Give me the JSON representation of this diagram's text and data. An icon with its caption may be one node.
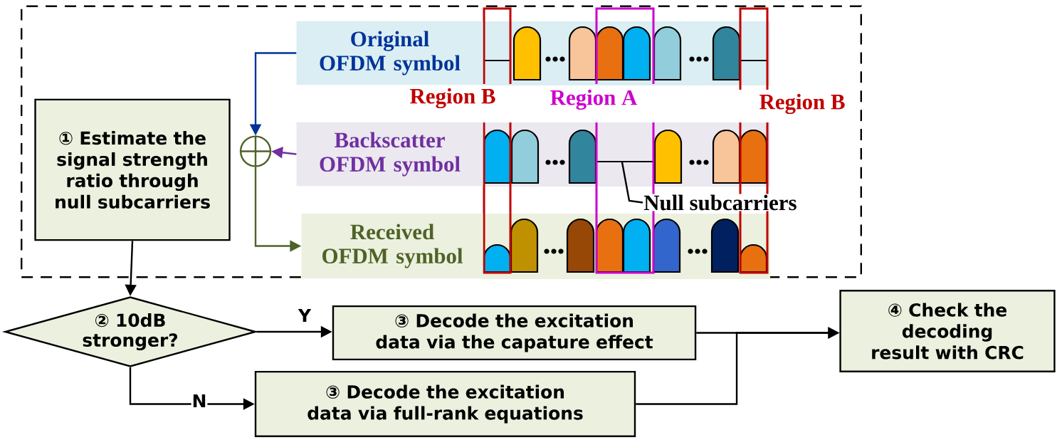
{
  "diagram": {
    "nodes": [
      {
        "text": [],
        "shape": "box"
      },
      {
        "text": [
          "Original OFDM symbol"
        ],
        "in": 0
      },
      {
        "text": [
          "① Estimate the signal strength ratio through null subcarriers"
        ],
        "in": 0
      },
      {
        "text": [
          "Backscatter OFDM symbol"
        ],
        "in": 0
      },
      {
        "text": [],
        "shape": "circle",
        "in": 0
      },
      {
        "text": [
          "Received OFDM symbol"
        ],
        "in": 0
      },
      {
        "text": [
          "② 10dB stronger?"
        ]
      },
      {
        "text": [
          "③ Decode the excitation data via the capature effect"
        ]
      },
      {
        "text": [
          "③ Decode the excitation data via full-rank equations"
        ]
      },
      {
        "text": [
          "④ Check the decoding result with CRC"
        ]
      },
      {
        "text": [
          "Null subcarriers"
        ],
        "in": 0
      }
    ],
    "edges": [
      {
        "from": 1,
        "to": 4,
        "arrow": "to",
        "color": "#003399"
      },
      {
        "from": 3,
        "to": 4,
        "arrow": "to",
        "color": "#7030a0"
      },
      {
        "from": 4,
        "to": 5,
        "arrow": "to",
        "color": "#4f6228"
      },
      {
        "from": 2,
        "to": 6,
        "arrow": "to"
      },
      {
        "from": 6,
        "to": 7,
        "arrow": "to",
        "label": "Y"
      },
      {
        "from": 6,
        "to": 8,
        "arrow": "to",
        "label": "N"
      },
      {
        "from": 7,
        "to": 9,
        "arrow": "to"
      },
      {
        "from": 8,
        "to": 9,
        "arrow": "to"
      },
      {
        "from": 10,
        "to": null,
        "arrow": "none"
      }
    ],
    "labels": [
      "Region B",
      "Region A",
      "Region B"
    ]
  }
}
